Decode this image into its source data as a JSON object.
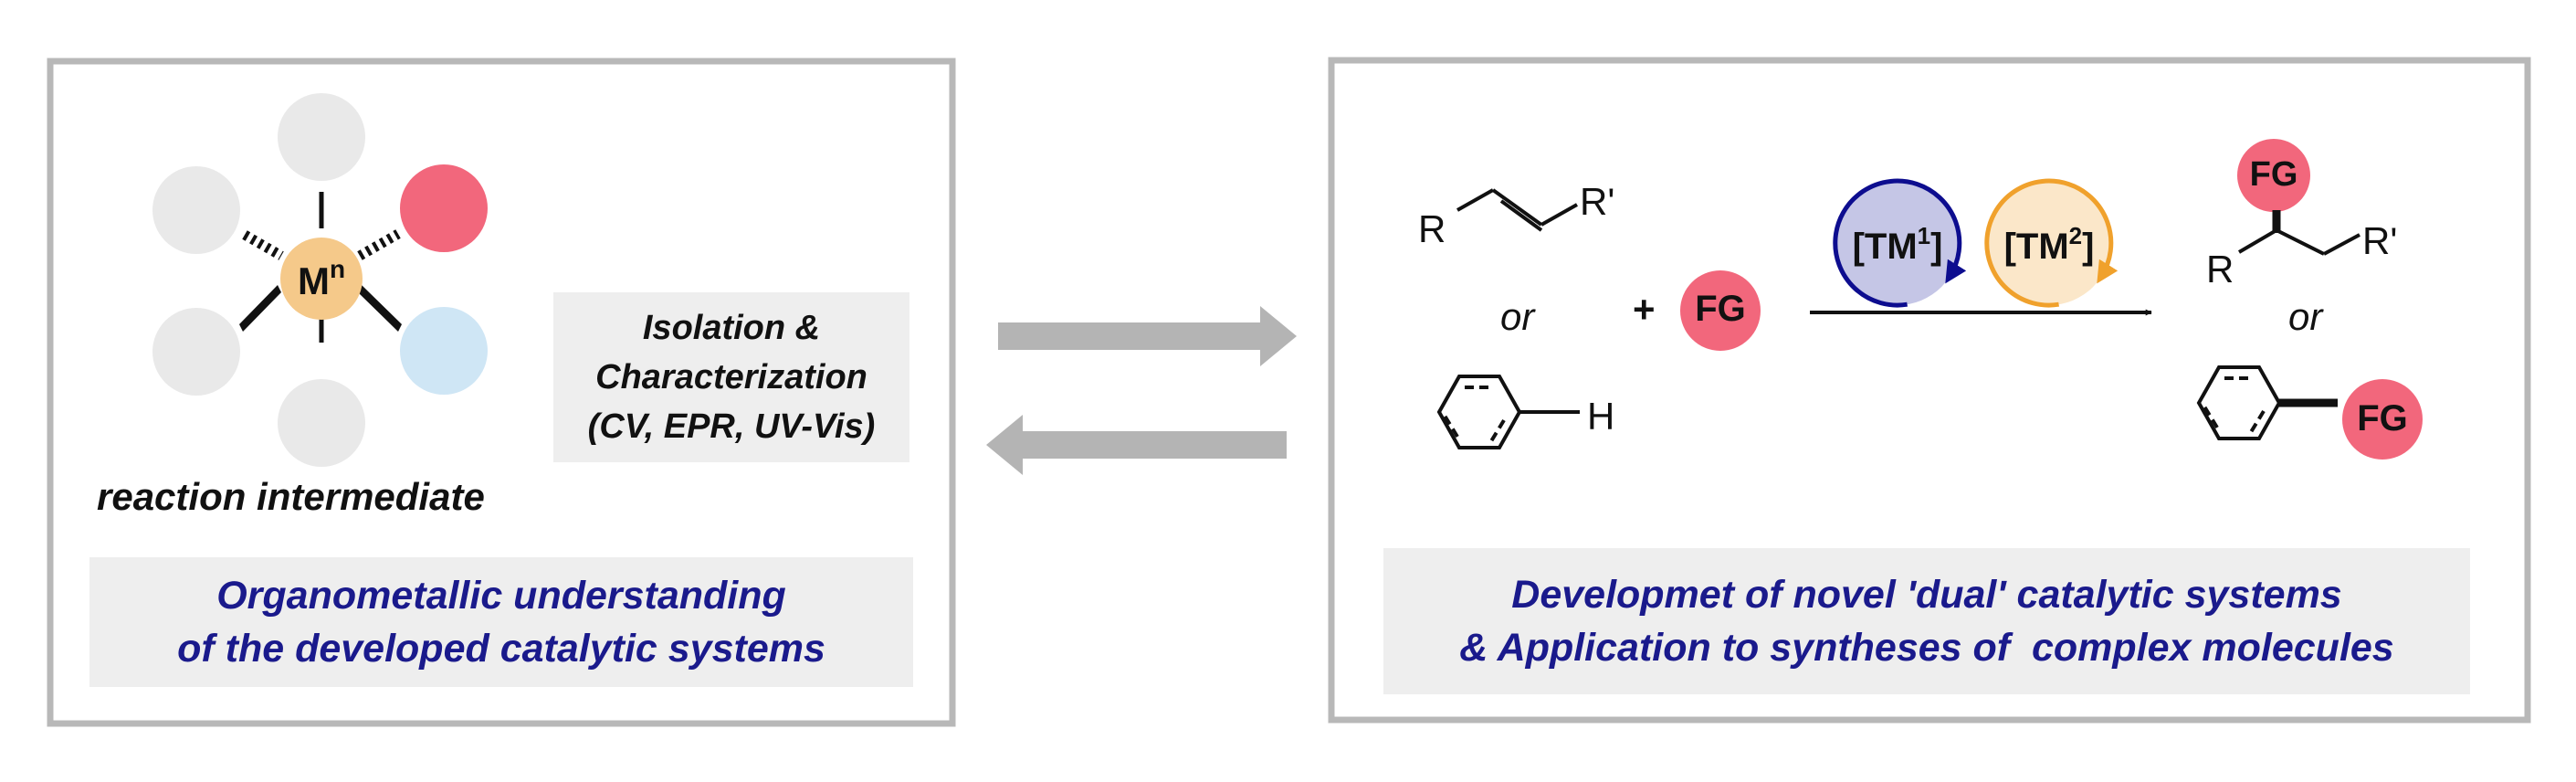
{
  "left_panel": {
    "metal_symbol": "M",
    "oxidation": "n",
    "intermediate_label": "reaction intermediate",
    "isolation_text": [
      "Isolation &",
      "Characterization",
      "(CV, EPR, UV-Vis)"
    ],
    "caption": [
      "Organometallic understanding",
      "of the developed catalytic systems"
    ]
  },
  "right_panel": {
    "alkene_r": "R",
    "alkene_r_prime": "R'",
    "or_left": "or",
    "arene_h": "H",
    "plus": "+",
    "fg_label": "FG",
    "catalyst1_base": "[TM",
    "catalyst1_sup": "1",
    "catalyst1_close": "]",
    "catalyst2_base": "[TM",
    "catalyst2_sup": "2",
    "catalyst2_close": "]",
    "product_fg": "FG",
    "product_r": "R",
    "product_r_prime": "R'",
    "or_right": "or",
    "arene_product_fg": "FG",
    "caption": [
      "Developmet of novel 'dual' catalytic systems",
      "& Application to syntheses of  complex molecules"
    ]
  },
  "colors": {
    "fg_pink": "#f2677c",
    "ligand_gray": "#e9e9e9",
    "ligand_blue": "#cfe6f5",
    "metal_orange": "#f5c98a",
    "tm1_fill": "#c5c6e6",
    "tm1_stroke": "#0d0d8f",
    "tm2_fill": "#fbe7c9",
    "tm2_stroke": "#f0a12c",
    "caption_blue": "#1a1a8c",
    "panel_border": "#b8b8b8",
    "arrow_gray": "#b4b4b4"
  }
}
